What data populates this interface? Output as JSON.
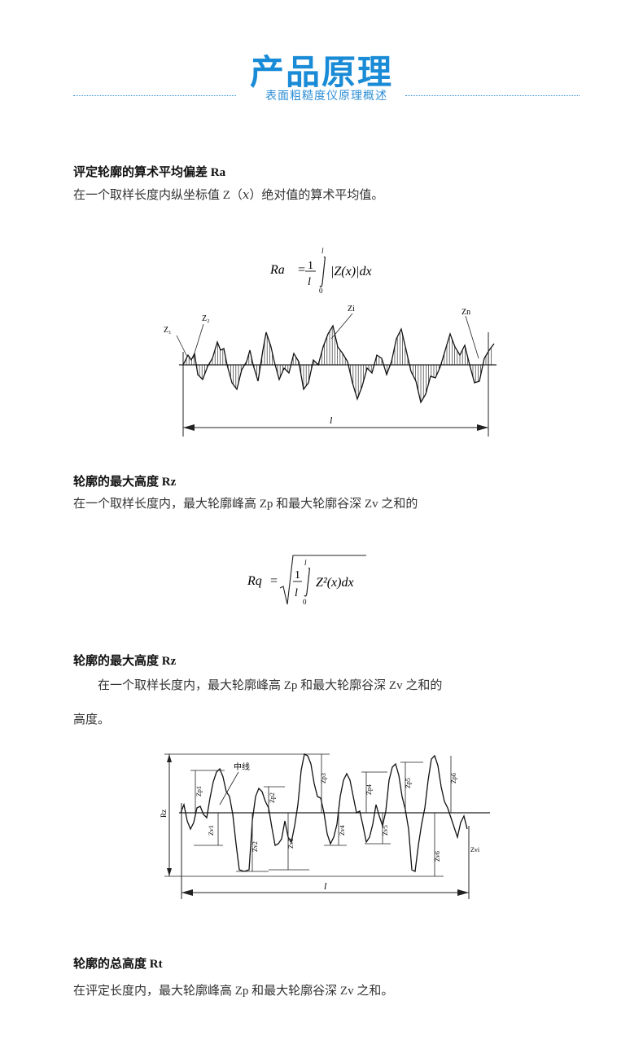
{
  "header": {
    "title": "产品原理",
    "subtitle": "表面粗糙度仪原理概述"
  },
  "sections": [
    {
      "heading": "评定轮廓的算术平均偏差 Ra",
      "text": "在一个取样长度内纵坐标值 Z（𝑥）绝对值的算术平均值。"
    },
    {
      "heading": "轮廓的最大高度 Rz",
      "text": "在一个取样长度内，最大轮廓峰高 Zp 和最大轮廓谷深 Zv 之和的"
    },
    {
      "heading": "轮廓的最大高度 Rz",
      "text": "在一个取样长度内，最大轮廓峰高 Zp 和最大轮廓谷深 Zv 之和的",
      "text2": "高度。"
    },
    {
      "heading": "轮廓的总高度 Rt",
      "text": "在评定长度内，最大轮廓峰高 Zp 和最大轮廓谷深 Zv 之和。"
    }
  ],
  "formula1": {
    "lhs": "Ra",
    "eq": "=",
    "num": "1",
    "den": "l",
    "upper": "l",
    "lower": "0",
    "body": "|Z(x)|dx"
  },
  "formula2": {
    "lhs": "Rq",
    "eq": "=",
    "num": "1",
    "den": "l",
    "upper": "l",
    "lower": "0",
    "body": "Z²(x)dx"
  },
  "diagram1": {
    "labels": {
      "z1": "Z₁",
      "z2": "Z₂",
      "zi": "Zi",
      "zn": "Zn",
      "length": "l"
    }
  },
  "diagram2": {
    "labels": {
      "midline": "中线",
      "rz": "Rz",
      "length": "l",
      "zvi": "Zvi",
      "zp1": "Zp1",
      "zp2": "Zp2",
      "zp3": "Zp3",
      "zp4": "Zp4",
      "zp5": "Zp5",
      "zp6": "Zp6",
      "zv1": "Zv1",
      "zv2": "Zv2",
      "zv3": "Zv3",
      "zv4": "Zv4",
      "zv5": "Zv5",
      "zv6": "Zv6"
    }
  }
}
